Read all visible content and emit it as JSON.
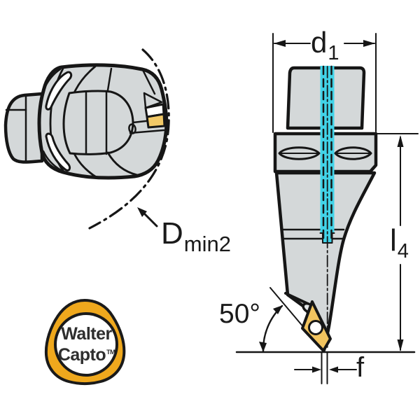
{
  "figure": {
    "labels": {
      "d1": {
        "base": "d",
        "sub": "1"
      },
      "l4": {
        "base": "l",
        "sub": "4"
      },
      "angle": "50°",
      "feed": "f",
      "dmin2": {
        "base": "D",
        "sub": "min2"
      }
    },
    "logo": {
      "line1": "Walter",
      "line2": "Capto",
      "tm": "TM"
    },
    "colors": {
      "outline": "#161616",
      "body_gray": "#d4d8d9",
      "insert_yellow": "#f2c45f",
      "logo_yellow": "#efa81d",
      "centerline_cyan": "#41d3e8",
      "background": "#ffffff"
    }
  }
}
